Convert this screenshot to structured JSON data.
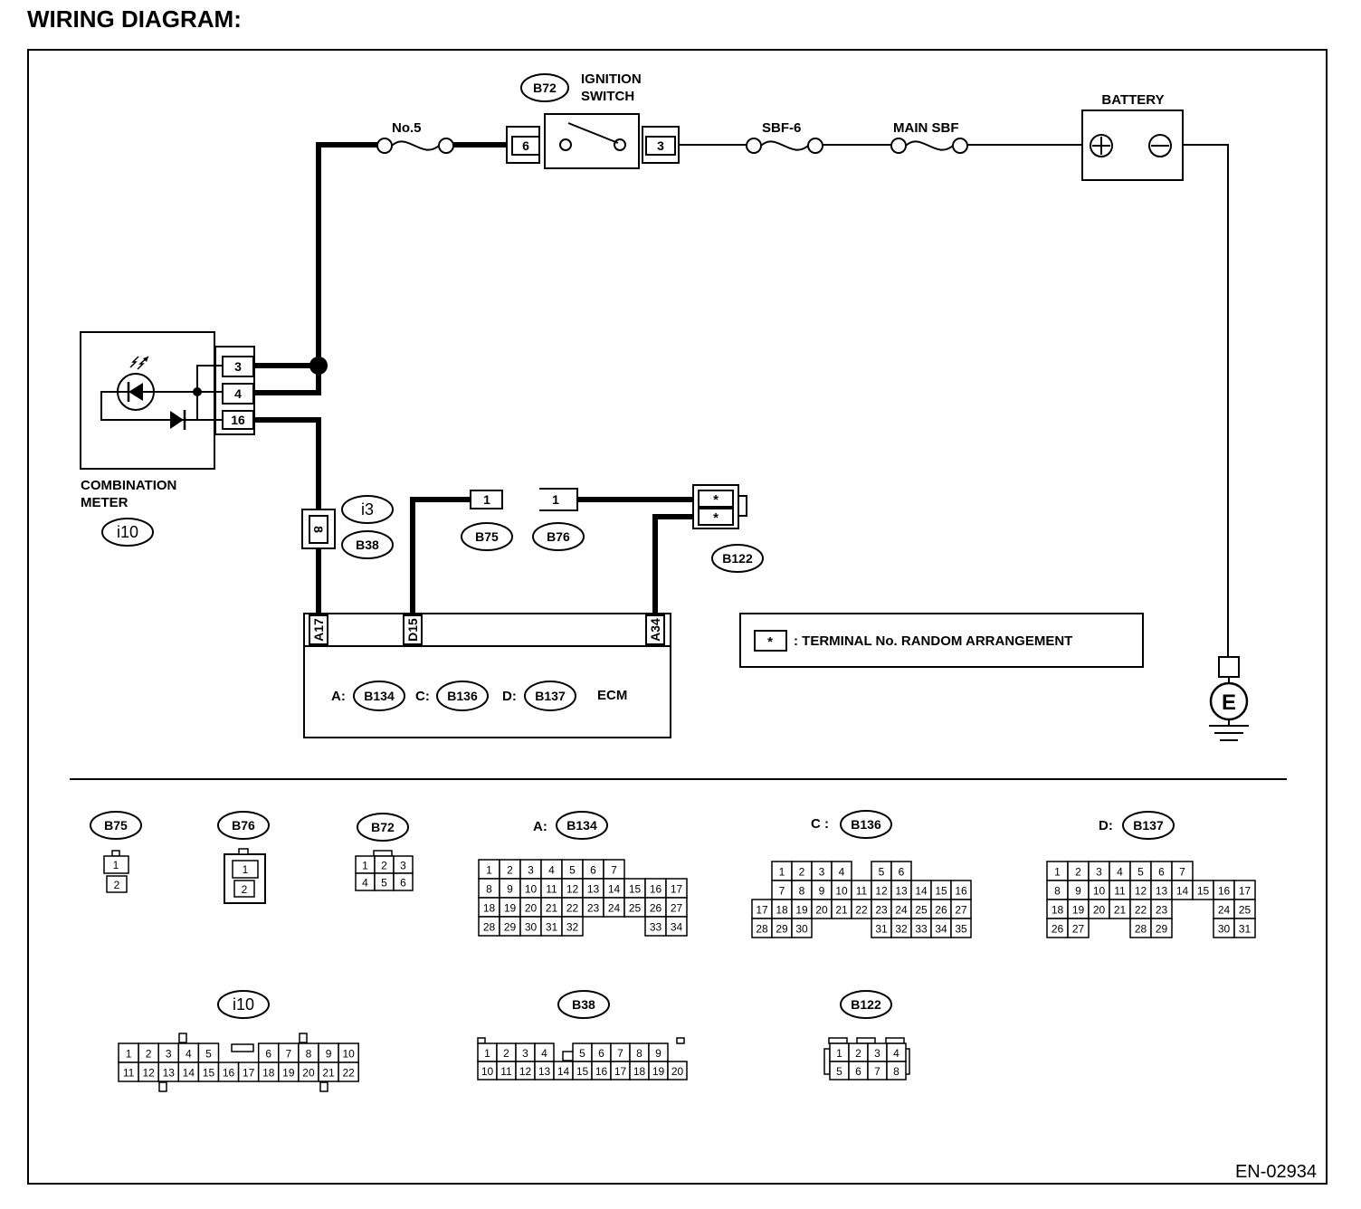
{
  "title": "WIRING DIAGRAM:",
  "figure_code": "EN-02934",
  "components": {
    "fuse_no5": "No.5",
    "ignition_switch": {
      "name_line1": "IGNITION",
      "name_line2": "SWITCH",
      "connector": "B72",
      "terminal_in": "6",
      "terminal_out": "3"
    },
    "sbf6": "SBF-6",
    "main_sbf": "MAIN SBF",
    "battery": "BATTERY",
    "ground": "E",
    "combination_meter": {
      "name_line1": "COMBINATION",
      "name_line2": "METER",
      "connector": "i10",
      "terminals": [
        "3",
        "4",
        "16"
      ]
    },
    "joint_connector": {
      "terminal": "8",
      "connector_a": "i3",
      "connector_b": "B38"
    },
    "b75": {
      "connector": "B75",
      "terminal": "1"
    },
    "b76": {
      "connector": "B76",
      "terminal": "1"
    },
    "b122": {
      "connector": "B122",
      "terminals": [
        "*",
        "*"
      ]
    },
    "ecm": {
      "name": "ECM",
      "pins": [
        "A17",
        "D15",
        "A34"
      ],
      "prefix_a": "A:",
      "conn_a": "B134",
      "prefix_c": "C:",
      "conn_c": "B136",
      "prefix_d": "D:",
      "conn_d": "B137"
    }
  },
  "legend": {
    "symbol": "*",
    "text": ": TERMINAL No. RANDOM ARRANGEMENT"
  },
  "connector_views": {
    "b75": {
      "label": "B75",
      "pins": [
        "1",
        "2"
      ]
    },
    "b76": {
      "label": "B76",
      "pins": [
        "1",
        "2"
      ]
    },
    "b72": {
      "label": "B72",
      "rows": [
        [
          "1",
          "2",
          "3"
        ],
        [
          "4",
          "5",
          "6"
        ]
      ]
    },
    "b134": {
      "prefix": "A:",
      "label": "B134",
      "rows": [
        [
          "1",
          "2",
          "3",
          "4",
          "5",
          "6",
          "7"
        ],
        [
          "8",
          "9",
          "10",
          "11",
          "12",
          "13",
          "14",
          "15",
          "16",
          "17"
        ],
        [
          "18",
          "19",
          "20",
          "21",
          "22",
          "23",
          "24",
          "25",
          "26",
          "27"
        ],
        [
          "28",
          "29",
          "30",
          "31",
          "32",
          "",
          "",
          "",
          "33",
          "34"
        ]
      ]
    },
    "b136": {
      "prefix": "C :",
      "label": "B136",
      "rows": [
        [
          "1",
          "2",
          "3",
          "4",
          "",
          "5",
          "6"
        ],
        [
          "7",
          "8",
          "9",
          "10",
          "11",
          "12",
          "13",
          "14",
          "15",
          "16"
        ],
        [
          "17",
          "18",
          "19",
          "20",
          "21",
          "22",
          "23",
          "24",
          "25",
          "26",
          "27"
        ],
        [
          "28",
          "29",
          "30",
          "",
          "",
          "",
          "31",
          "32",
          "33",
          "34",
          "35"
        ]
      ]
    },
    "b137": {
      "prefix": "D:",
      "label": "B137",
      "rows": [
        [
          "1",
          "2",
          "3",
          "4",
          "5",
          "6",
          "7"
        ],
        [
          "8",
          "9",
          "10",
          "11",
          "12",
          "13",
          "14",
          "15",
          "16",
          "17"
        ],
        [
          "18",
          "19",
          "20",
          "21",
          "22",
          "23",
          "",
          "",
          "24",
          "25"
        ],
        [
          "26",
          "27",
          "",
          "",
          "28",
          "29",
          "",
          "",
          "30",
          "31"
        ]
      ]
    },
    "i10": {
      "label": "i10",
      "rows": [
        [
          "1",
          "2",
          "3",
          "4",
          "5",
          "",
          "",
          "6",
          "7",
          "8",
          "9",
          "10"
        ],
        [
          "11",
          "12",
          "13",
          "14",
          "15",
          "16",
          "17",
          "18",
          "19",
          "20",
          "21",
          "22"
        ]
      ]
    },
    "b38": {
      "label": "B38",
      "rows": [
        [
          "1",
          "2",
          "3",
          "4",
          "",
          "5",
          "6",
          "7",
          "8",
          "9"
        ],
        [
          "10",
          "11",
          "12",
          "13",
          "14",
          "15",
          "16",
          "17",
          "18",
          "19",
          "20"
        ]
      ]
    },
    "b122": {
      "label": "B122",
      "rows": [
        [
          "1",
          "2",
          "3",
          "4"
        ],
        [
          "5",
          "6",
          "7",
          "8"
        ]
      ]
    }
  }
}
